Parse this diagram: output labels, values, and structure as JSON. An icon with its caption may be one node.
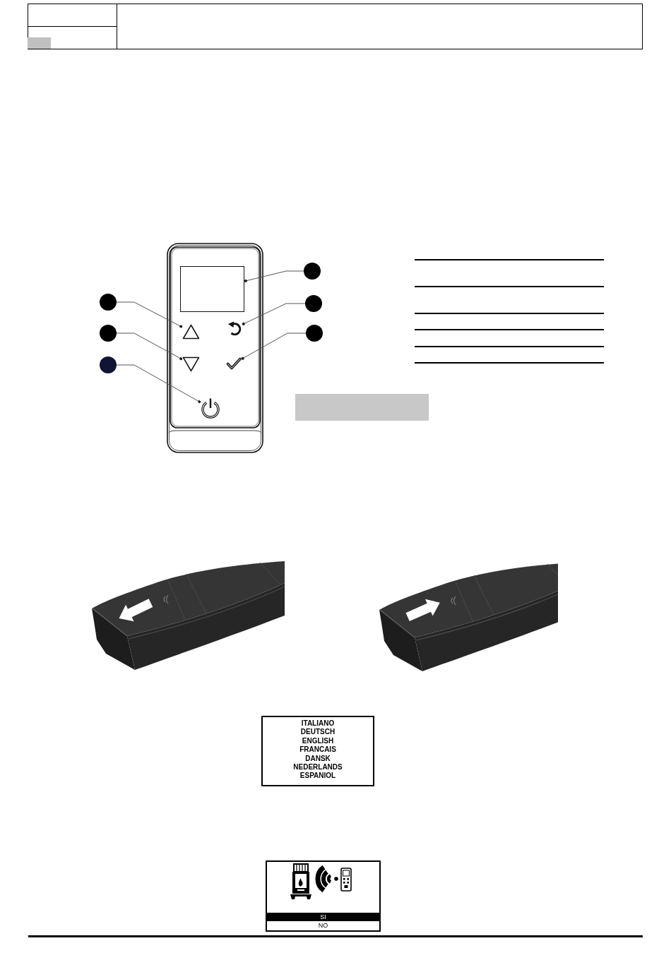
{
  "diagram": {
    "nodes": [
      {
        "text": [],
        "shape": "box"
      },
      {
        "text": [],
        "shape": "circle"
      },
      {
        "text": [],
        "shape": "circle"
      },
      {
        "text": [],
        "shape": "circle"
      },
      {
        "text": [],
        "shape": "triangle"
      },
      {
        "text": [],
        "shape": "picture"
      },
      {
        "text": [],
        "shape": "circle"
      },
      {
        "text": [],
        "shape": "circle"
      },
      {
        "text": [],
        "shape": "triangle"
      },
      {
        "text": [],
        "shape": "picture"
      },
      {
        "text": [],
        "shape": "circle"
      },
      {
        "text": [],
        "shape": "picture"
      },
      {
        "text": [
          "ITALIANO",
          "DEUTSCH",
          "ENGLISH",
          "FRANCAIS",
          "DANSK",
          "NEDERLANDS",
          "ESPANIOL"
        ]
      },
      {
        "text": [],
        "shape": "box"
      },
      {
        "text": [
          "SI"
        ],
        "in": 13
      },
      {
        "text": [
          "NO"
        ],
        "in": 13
      }
    ],
    "edges": [
      {
        "from": 1,
        "to": 0,
        "arrow": "other"
      },
      {
        "from": 2,
        "to": 4,
        "arrow": "other"
      },
      {
        "from": 3,
        "to": 5,
        "arrow": "other"
      },
      {
        "from": 6,
        "to": 8,
        "arrow": "other"
      },
      {
        "from": 7,
        "to": 9,
        "arrow": "other"
      },
      {
        "from": 10,
        "to": 11,
        "arrow": "other"
      }
    ]
  }
}
